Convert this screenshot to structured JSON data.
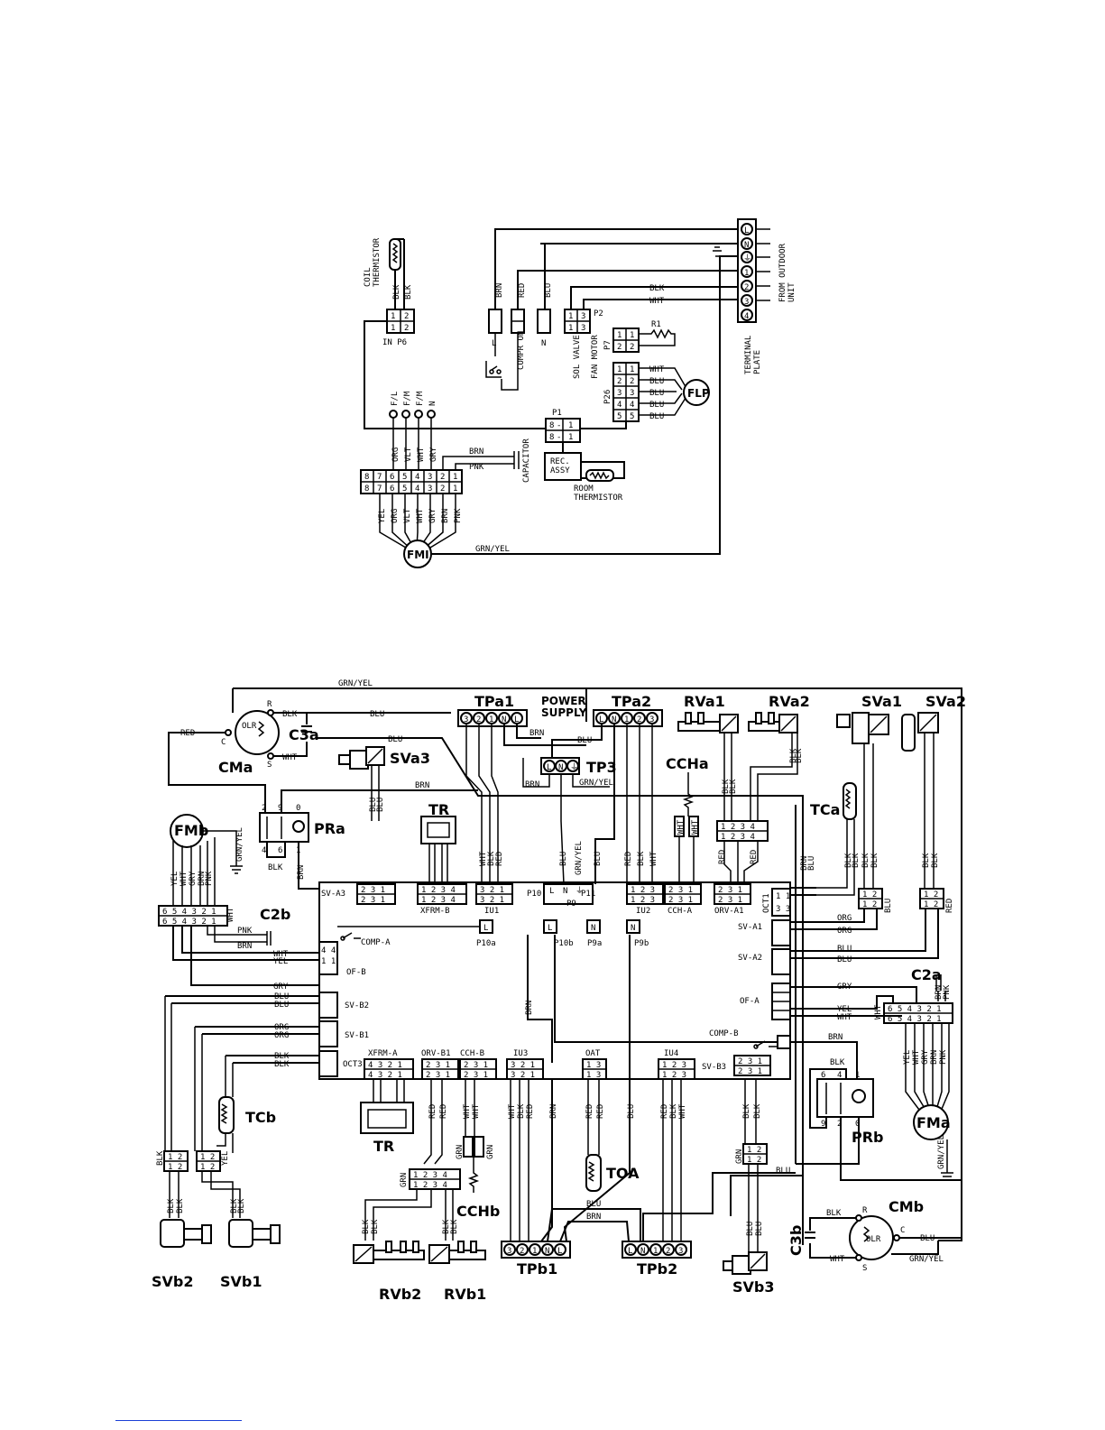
{
  "top": {
    "coil_thermistor": "COIL\nTHERMISTOR",
    "in_p6": "IN P6",
    "p2": "P2",
    "p7": "P7",
    "p26": "P26",
    "p1": "P1",
    "r1": "R1",
    "flp": "FLP",
    "fmi": "FMI",
    "capacitor": "CAPACITOR",
    "rec_assy": "REC.\nASSY",
    "room_thermistor": "ROOM\nTHERMISTOR",
    "terminal_plate": "TERMINAL\nPLATE",
    "from_outdoor": "FROM OUTDOOR\nUNIT",
    "sol_valve": "SOL VALVE",
    "fan_motor": "FAN MOTOR",
    "compr_on": "COMPR ON",
    "l": "L",
    "n": "N",
    "terminals": [
      "L",
      "N",
      "⏚",
      "1",
      "2",
      "3",
      "4"
    ],
    "fan_taps": [
      "F/L",
      "F/M",
      "F/M",
      "N"
    ],
    "wires_top": [
      "ORG",
      "VLT",
      "WHT",
      "GRY"
    ],
    "wires_bottom": [
      "YEL",
      "ORG",
      "VLT",
      "WHT",
      "GRY",
      "BRN",
      "PNK"
    ],
    "brn": "BRN",
    "pnk": "PNK",
    "blk": "BLK",
    "wht": "WHT",
    "red": "RED",
    "blu": "BLU",
    "grn_yel": "GRN/YEL",
    "p26_wires": [
      "WHT",
      "BLU",
      "BLU",
      "BLU",
      "BLU"
    ]
  },
  "bottom": {
    "components": {
      "tpa1": "TPa1",
      "tpa2": "TPa2",
      "power_supply": "POWER\nSUPPLY",
      "tp3": "TP3",
      "rva1": "RVa1",
      "rva2": "RVa2",
      "sva1": "SVa1",
      "sva2": "SVa2",
      "sva3": "SVa3",
      "cma": "CMa",
      "c3a": "C3a",
      "pra": "PRa",
      "fmb": "FMb",
      "c2b": "C2b",
      "tr_top": "TR",
      "tr_bottom": "TR",
      "ccha": "CCHa",
      "tca": "TCa",
      "c2a": "C2a",
      "fma": "FMa",
      "prb": "PRb",
      "cmb": "CMb",
      "c3b": "C3b",
      "tcb": "TCb",
      "toa": "TOA",
      "cchb": "CCHb",
      "tpb1": "TPb1",
      "tpb2": "TPb2",
      "svb1": "SVb1",
      "svb2": "SVb2",
      "svb3": "SVb3",
      "rvb1": "RVb1",
      "rvb2": "RVb2",
      "olr": "OLR"
    },
    "board_labels": {
      "sv_a3": "SV-A3",
      "xfrm_b": "XFRM-B",
      "iu1": "IU1",
      "iu2": "IU2",
      "cch_a": "CCH-A",
      "orv_a1": "ORV-A1",
      "oct1": "OCT1",
      "sv_a1": "SV-A1",
      "sv_a2": "SV-A2",
      "of_a": "OF-A",
      "comp_b": "COMP-B",
      "sv_b3": "SV-B3",
      "comp_a": "COMP-A",
      "of_b": "OF-B",
      "sv_b2": "SV-B2",
      "sv_b1": "SV-B1",
      "oct3": "OCT3",
      "xfrm_a": "XFRM-A",
      "orv_b1": "ORV-B1",
      "cch_b": "CCH-B",
      "iu3": "IU3",
      "oat": "OAT",
      "iu4": "IU4",
      "p10": "P10",
      "p9": "P9",
      "p11": "P11",
      "p10a": "P10a",
      "p10b": "P10b",
      "p9a": "P9a",
      "p9b": "P9b"
    },
    "terms_tpa1": [
      "3",
      "2",
      "1",
      "N",
      "L"
    ],
    "terms_tpa2": [
      "L",
      "N",
      "1",
      "2",
      "3"
    ],
    "terms_tpb1": [
      "3",
      "2",
      "1",
      "N",
      "L"
    ],
    "terms_tpb2": [
      "L",
      "N",
      "1",
      "2",
      "3"
    ],
    "cma_pins": [
      "R",
      "C",
      "S"
    ],
    "cmb_pins": [
      "R",
      "C",
      "S"
    ],
    "wires": {
      "grn_yel": "GRN/YEL",
      "blk": "BLK",
      "blu": "BLU",
      "red": "RED",
      "wht": "WHT",
      "brn": "BRN",
      "org": "ORG",
      "yel": "YEL",
      "gry": "GRY",
      "pnk": "PNK",
      "grn": "GRN"
    }
  }
}
